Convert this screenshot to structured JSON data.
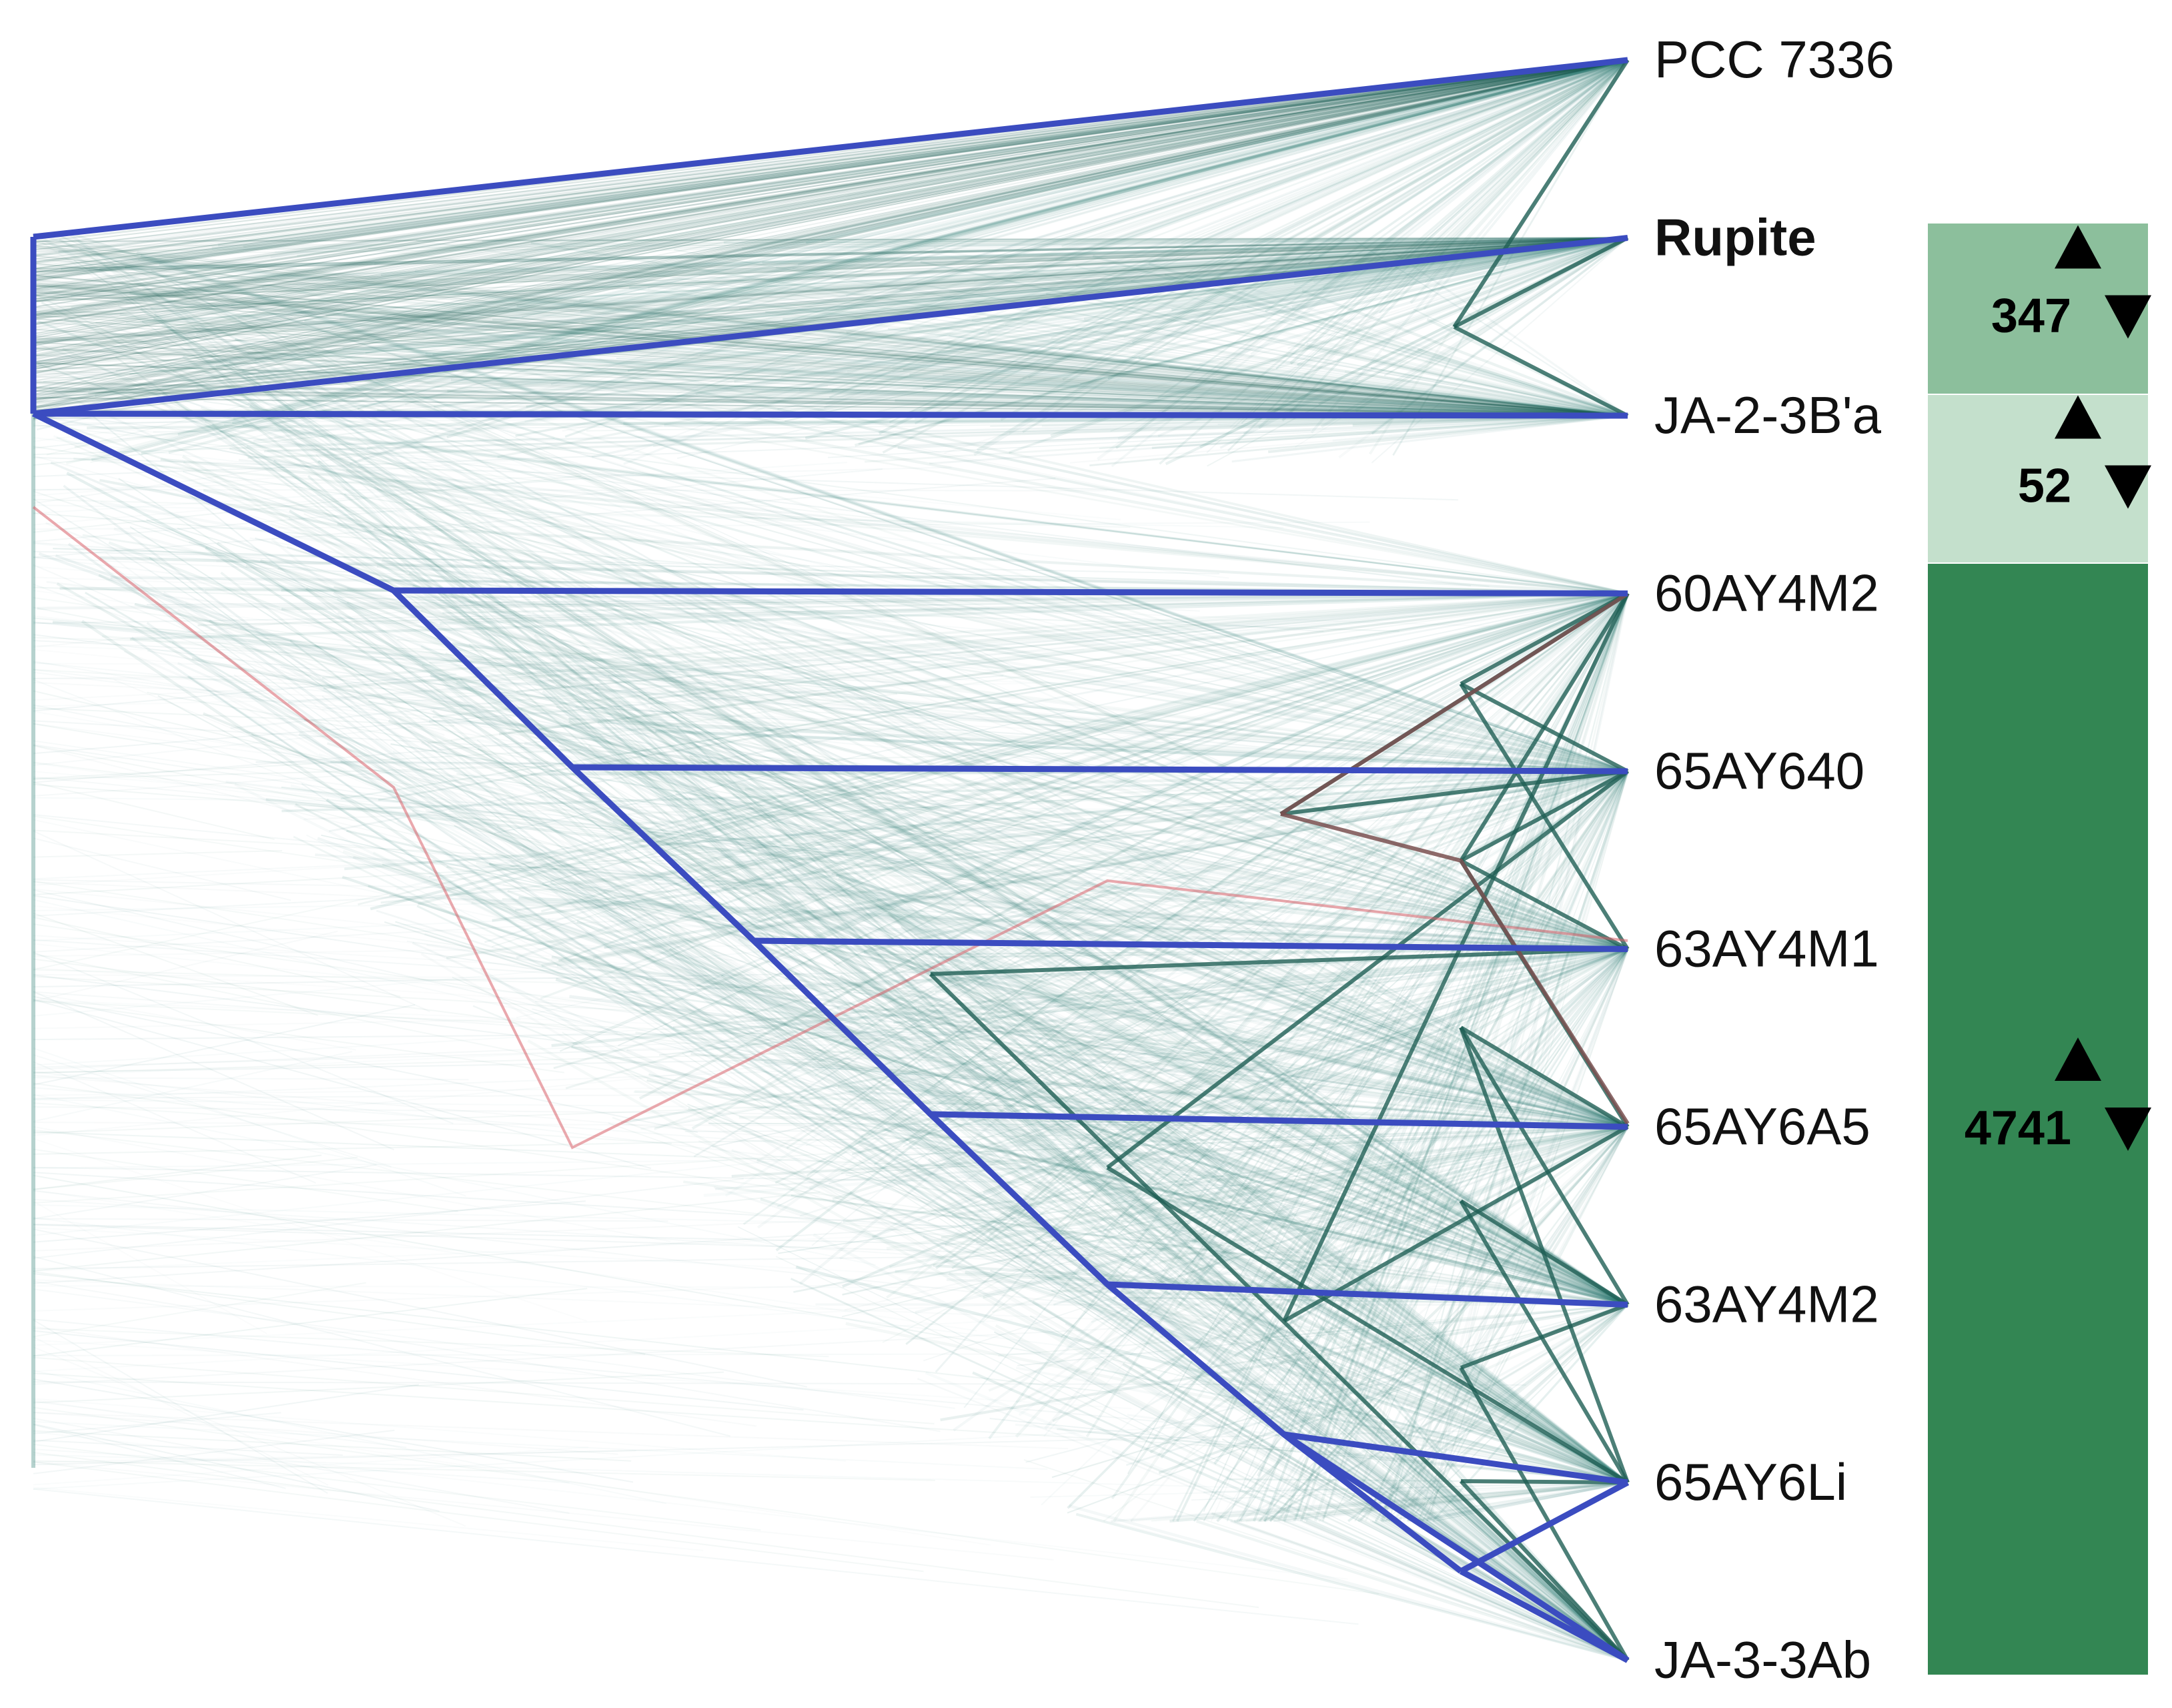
{
  "taxa": [
    {
      "label": "PCC 7336",
      "bold": false
    },
    {
      "label": "Rupite",
      "bold": true
    },
    {
      "label": "JA-2-3B'a",
      "bold": false
    },
    {
      "label": "60AY4M2",
      "bold": false
    },
    {
      "label": "65AY640",
      "bold": false
    },
    {
      "label": "63AY4M1",
      "bold": false
    },
    {
      "label": "65AY6A5",
      "bold": false
    },
    {
      "label": "63AY4M2",
      "bold": false
    },
    {
      "label": "65AY6Li",
      "bold": false
    },
    {
      "label": "JA-3-3Ab",
      "bold": false
    }
  ],
  "clusters": [
    {
      "count": "347",
      "color": "#8cbf9c",
      "from_taxon": 1,
      "to_taxon": 2
    },
    {
      "count": "52",
      "color": "#c4e0cc",
      "from_taxon": 2,
      "to_taxon": 3
    },
    {
      "count": "4741",
      "color": "#338653",
      "from_taxon": 3,
      "to_taxon": 10
    }
  ],
  "colors": {
    "consensus_tree": "#3b4cc0",
    "tree_cloud": "#2e7f74",
    "alt_tree_dark": "#1f5f55",
    "alt_tree_red": "#d9606a",
    "alt_tree_brown": "#7a5050"
  },
  "icons": {
    "up": "up-triangle-icon",
    "down": "down-triangle-icon"
  }
}
